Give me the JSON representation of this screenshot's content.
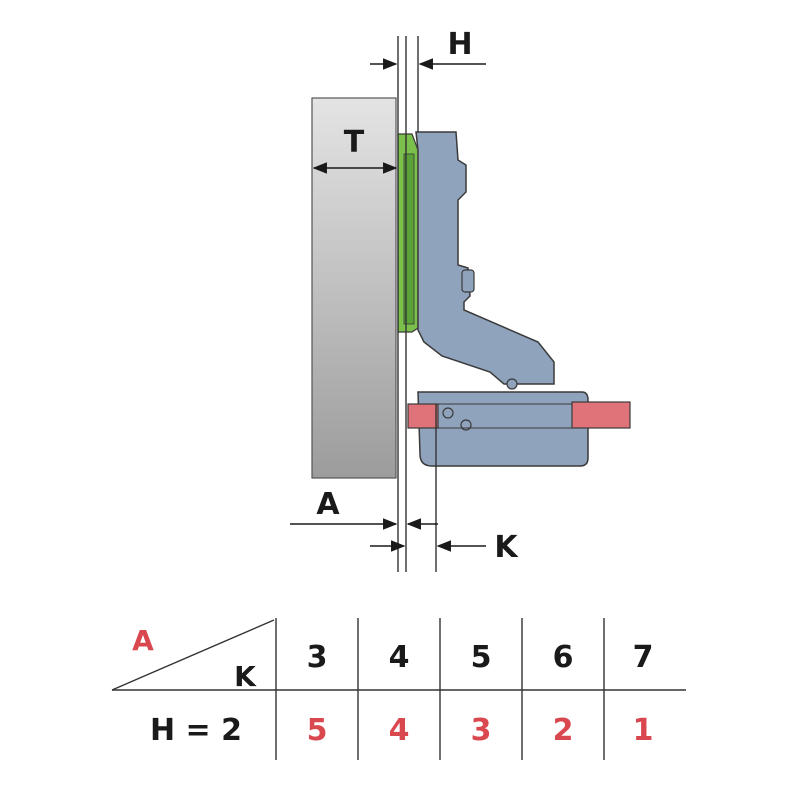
{
  "diagram": {
    "labels": {
      "h": "H",
      "t": "T",
      "a": "A",
      "k": "K"
    },
    "colors": {
      "door_top": "#e4e4e4",
      "door_bottom": "#9c9c9c",
      "mounting_plate": "#7bc04a",
      "hinge_body": "#90a3bd",
      "hinge_outline": "#3a3a3a",
      "cup_red": "#e0737a",
      "accent_red": "#d9474f",
      "ink": "#1a1a1a"
    }
  },
  "table": {
    "corner_top": "A",
    "corner_bottom": "K",
    "row_label": "H = 2",
    "k_values": [
      "3",
      "4",
      "5",
      "6",
      "7"
    ],
    "a_values": [
      "5",
      "4",
      "3",
      "2",
      "1"
    ]
  }
}
